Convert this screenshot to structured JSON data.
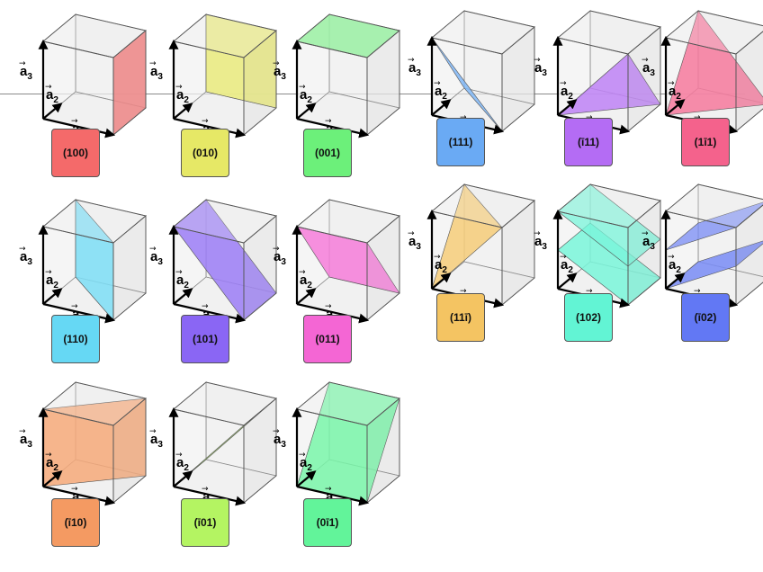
{
  "axis_labels": {
    "a1": "a",
    "a1_sub": "1",
    "a2": "a",
    "a2_sub": "2",
    "a3": "a",
    "a3_sub": "3"
  },
  "planes": [
    {
      "id": "p100",
      "label": "(100)",
      "color": "#f46a6a"
    },
    {
      "id": "p010",
      "label": "(010)",
      "color": "#e6e866"
    },
    {
      "id": "p001",
      "label": "(001)",
      "color": "#6cf07a"
    },
    {
      "id": "p111",
      "label": "(111)",
      "color": "#6aaaf4"
    },
    {
      "id": "pm111",
      "label": "(ī11)",
      "color": "#b46cf4"
    },
    {
      "id": "p1m11",
      "label": "(1ī1)",
      "color": "#f4628c"
    },
    {
      "id": "p110",
      "label": "(110)",
      "color": "#66d8f4"
    },
    {
      "id": "p101",
      "label": "(101)",
      "color": "#8a66f4"
    },
    {
      "id": "p011",
      "label": "(011)",
      "color": "#f466d4"
    },
    {
      "id": "p11m1",
      "label": "(11ī)",
      "color": "#f4c462"
    },
    {
      "id": "p102",
      "label": "(102)",
      "color": "#62f4d4"
    },
    {
      "id": "pm102",
      "label": "(ī02)",
      "color": "#6278f4"
    },
    {
      "id": "pm110",
      "label": "(ī10)",
      "color": "#f49a62"
    },
    {
      "id": "pm101",
      "label": "(ī01)",
      "color": "#b4f462"
    },
    {
      "id": "p0m11",
      "label": "(0ī1)",
      "color": "#62f49a"
    }
  ]
}
